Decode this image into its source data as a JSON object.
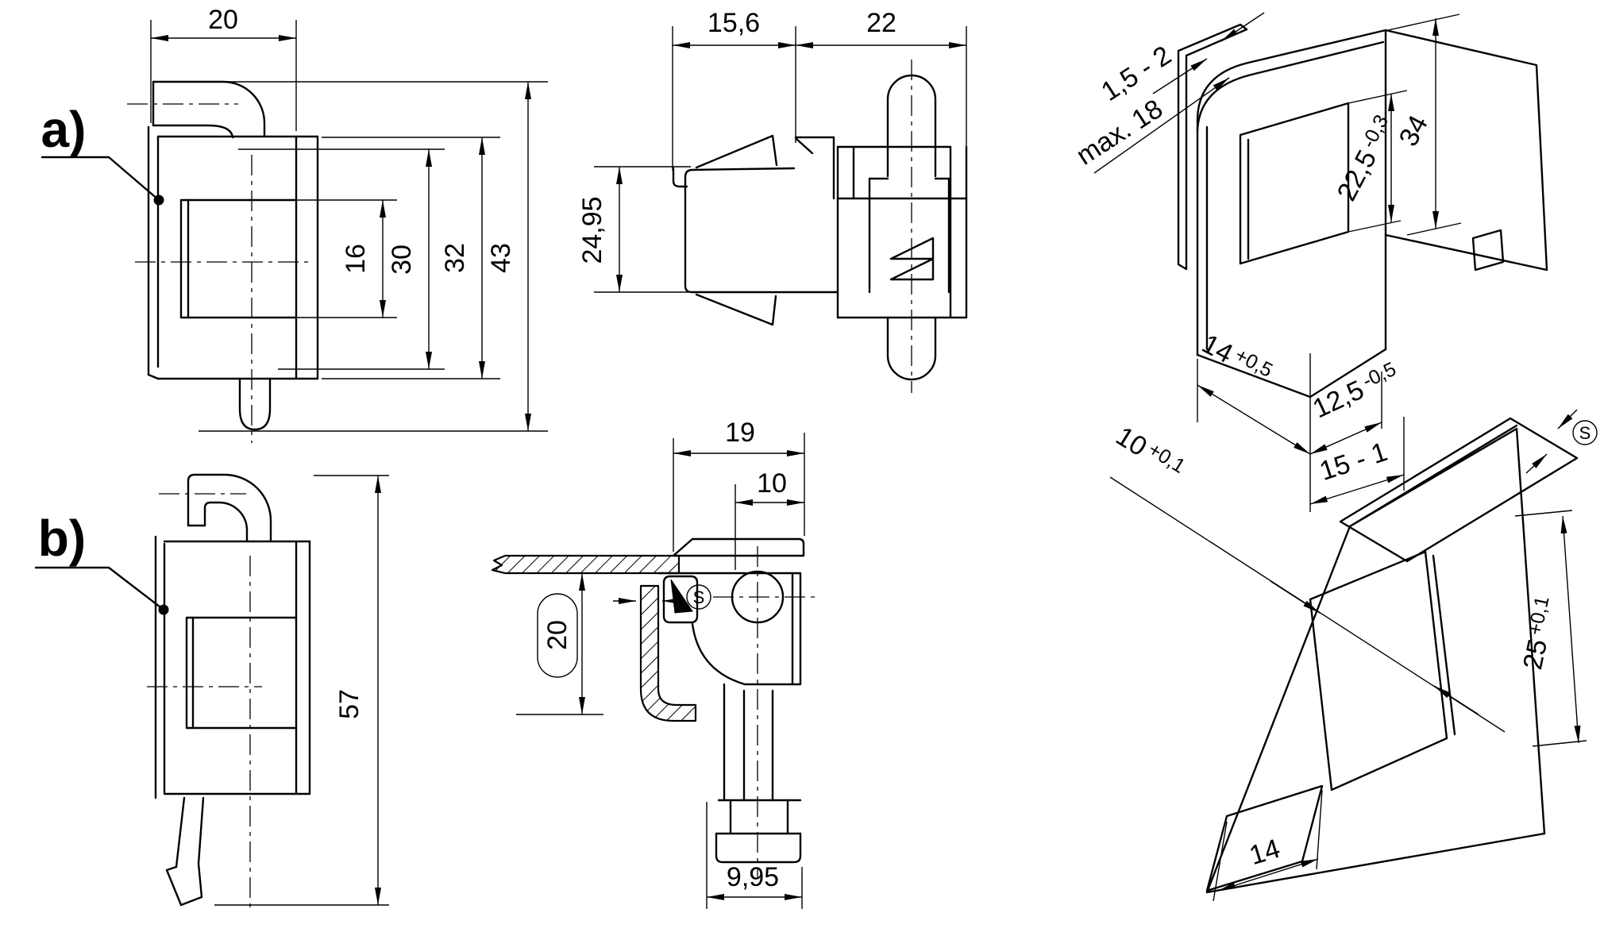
{
  "views": {
    "side_a": {
      "label": "a)",
      "dims": {
        "width": "20",
        "cup_height": "16",
        "inner_height": "30",
        "body_height": "32",
        "total_height": "43"
      }
    },
    "front": {
      "dims": {
        "left_width": "15,6",
        "right_width": "22",
        "height": "24,95"
      }
    },
    "iso_clamp": {
      "dims": {
        "sheet_thickness": "1,5 - 2",
        "clamp_depth": "max. 18",
        "cutout_height": {
          "value": "22,5",
          "tol": "-0,3"
        },
        "total_height": "34",
        "depth": {
          "value": "14",
          "tol": "+0,5"
        },
        "width_front": {
          "value": "12,5",
          "tol": "-0,5"
        },
        "width_total": "15 - 1"
      }
    },
    "side_b": {
      "label": "b)",
      "dims": {
        "total_height": "57"
      }
    },
    "section": {
      "dims": {
        "width": "19",
        "hole_offset": "10",
        "gauge_height": "20",
        "screw_width": "9,95",
        "sheet_symbol": "S"
      }
    },
    "iso_cutout": {
      "dims": {
        "slot_width": {
          "value": "10",
          "tol": "+0,1"
        },
        "slot_height": {
          "value": "25",
          "tol": "+0,1"
        },
        "flap_width": "14",
        "sheet_symbol": "S"
      }
    }
  }
}
